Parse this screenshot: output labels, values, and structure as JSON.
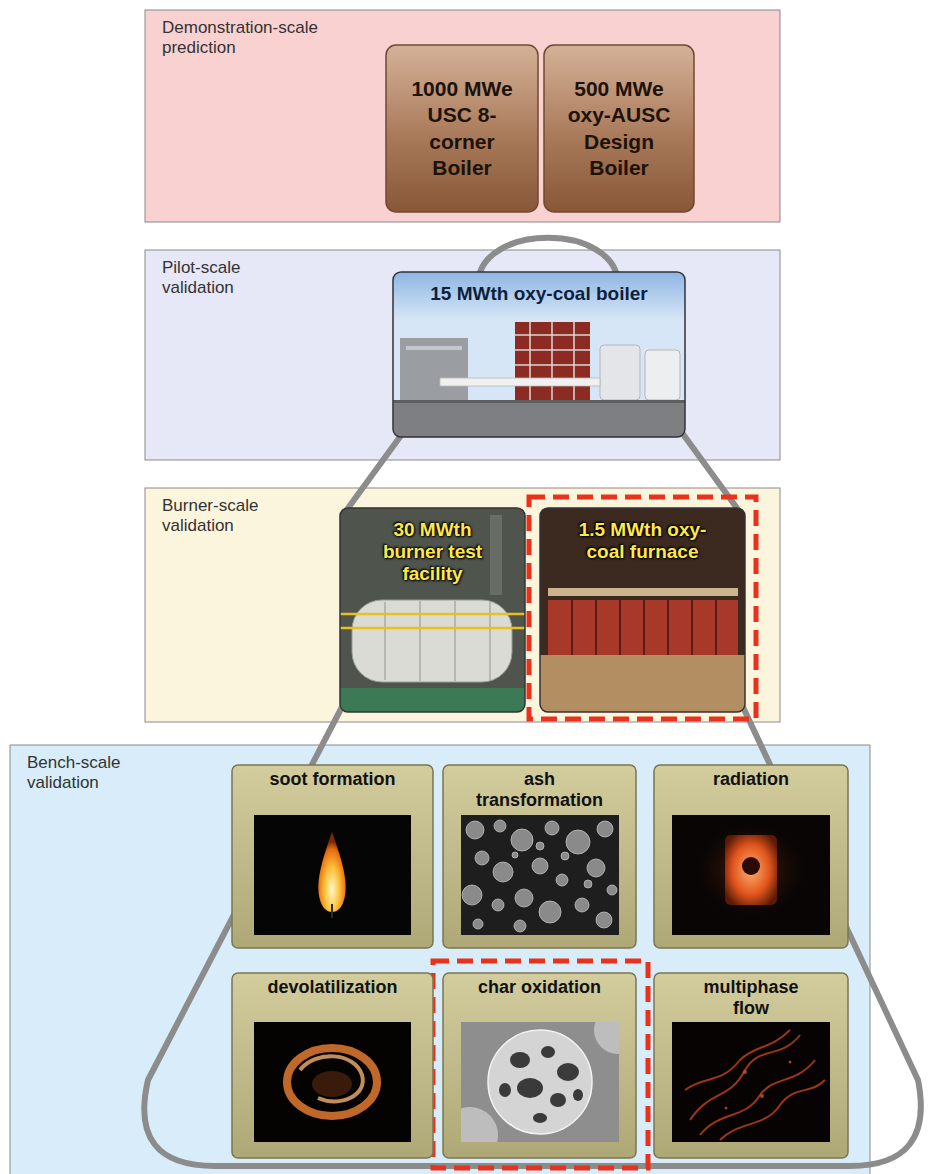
{
  "diagram": {
    "nodes": [
      {
        "text": [
          "Demonstration-scale prediction"
        ]
      },
      {
        "text": [
          "1000 MWe USC 8-corner Boiler"
        ],
        "in": 0
      },
      {
        "text": [
          "500 MWe oxy-AUSC Design Boiler"
        ],
        "in": 0
      },
      {
        "text": [
          "Pilot-scale validation"
        ]
      },
      {
        "text": [
          "15 MWth oxy-coal boiler"
        ],
        "in": 3
      },
      {
        "text": [
          "Burner-scale validation"
        ]
      },
      {
        "text": [
          "30 MWth burner test facility"
        ],
        "in": 5
      },
      {
        "text": [
          "1.5 MWth oxy-coal furnace"
        ],
        "in": 5
      },
      {
        "text": [
          "Bench-scale validation"
        ]
      },
      {
        "text": [
          "soot formation"
        ],
        "in": 8
      },
      {
        "text": [
          "ash transformation"
        ],
        "in": 8
      },
      {
        "text": [
          "radiation"
        ],
        "in": 8
      },
      {
        "text": [
          "devolatilization"
        ],
        "in": 8
      },
      {
        "text": [
          "char oxidation"
        ],
        "in": 8
      },
      {
        "text": [
          "multiphase flow"
        ],
        "in": 8
      }
    ]
  }
}
